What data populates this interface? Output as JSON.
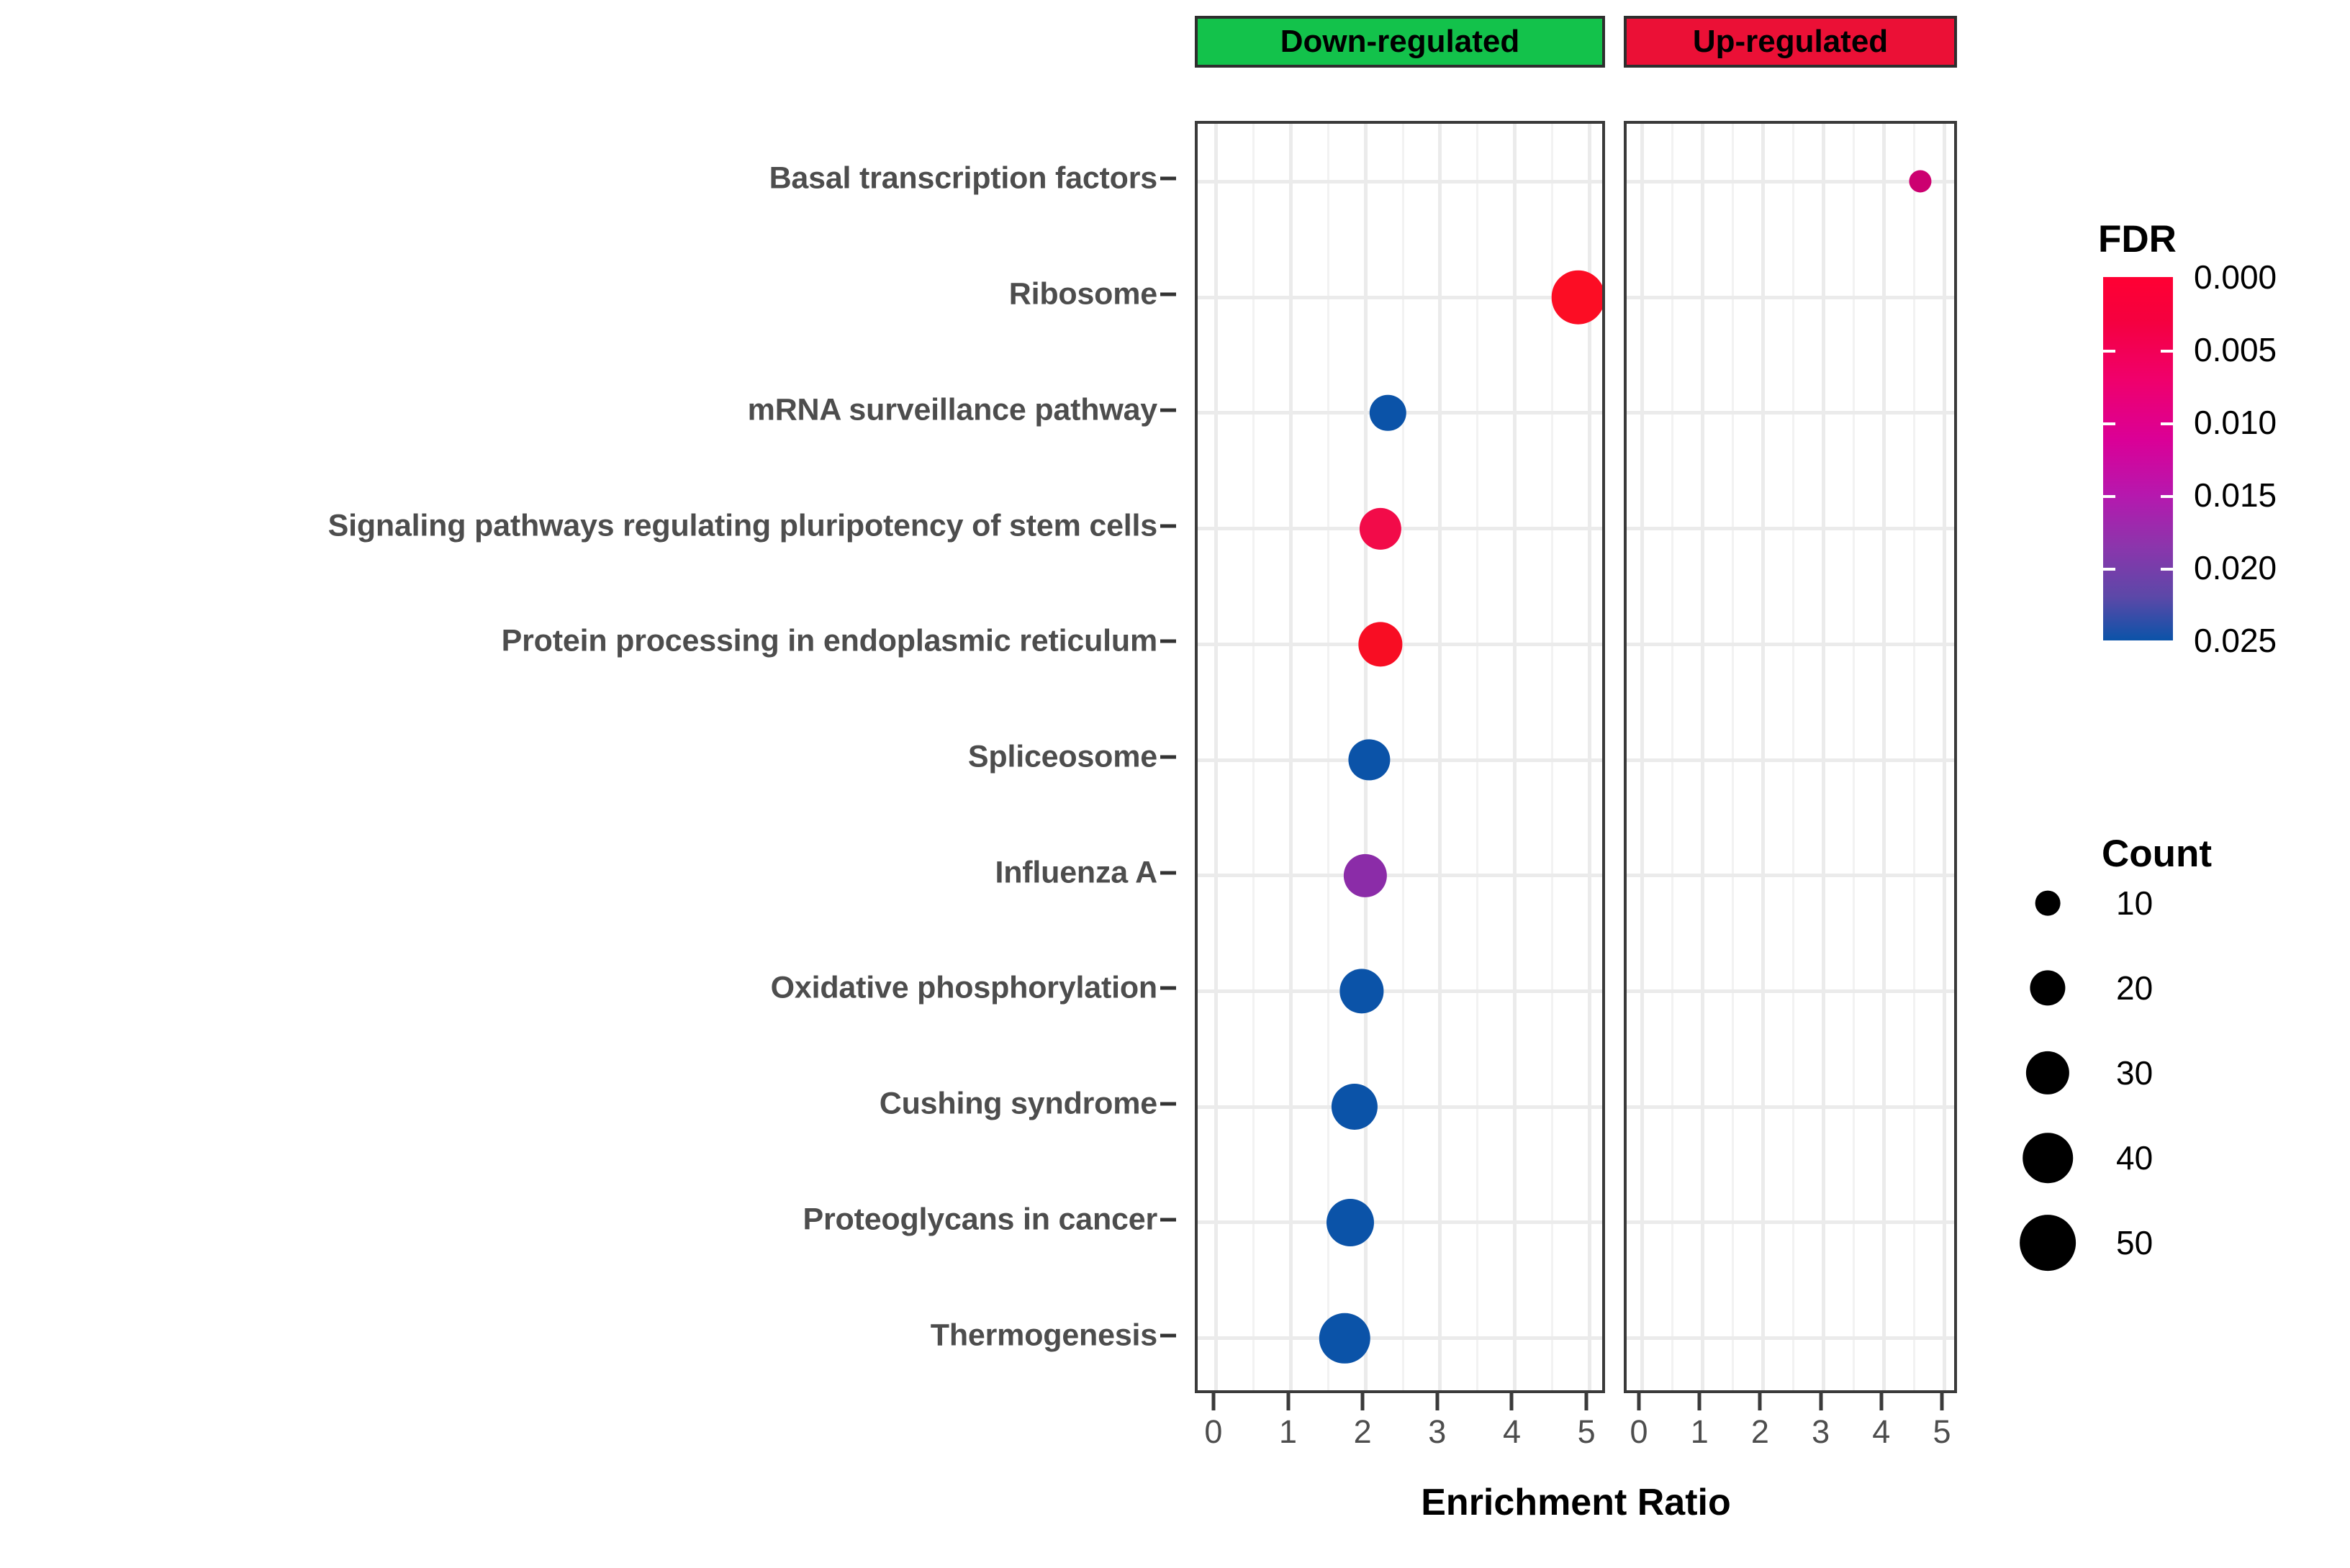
{
  "chart_data": {
    "type": "scatter",
    "title": "",
    "xlabel": "Enrichment Ratio",
    "ylabel": "",
    "xlim": [
      0,
      5
    ],
    "xticks": [
      0,
      1,
      2,
      3,
      4,
      5
    ],
    "xticklabels": [
      "0",
      "1",
      "2",
      "3",
      "4",
      "5"
    ],
    "grid": true,
    "legend_position": "right",
    "facets": [
      {
        "key": "down",
        "label": "Down-regulated",
        "color": "#13C24B"
      },
      {
        "key": "up",
        "label": "Up-regulated",
        "color": "#EB1036"
      }
    ],
    "categories": [
      "Basal transcription factors",
      "Ribosome",
      "mRNA surveillance pathway",
      "Signaling pathways regulating pluripotency of stem cells",
      "Protein processing in endoplasmic reticulum",
      "Spliceosome",
      "Influenza A",
      "Oxidative phosphorylation",
      "Cushing syndrome",
      "Proteoglycans in cancer",
      "Thermogenesis"
    ],
    "points": [
      {
        "category": "Basal transcription factors",
        "facet": "up",
        "enrichment_ratio": 4.6,
        "fdr": 0.013,
        "count": 8,
        "color": "#CC0070"
      },
      {
        "category": "Ribosome",
        "facet": "down",
        "enrichment_ratio": 4.85,
        "fdr": 0.0,
        "count": 46,
        "color": "#FC0D24"
      },
      {
        "category": "mRNA surveillance pathway",
        "facet": "down",
        "enrichment_ratio": 2.3,
        "fdr": 0.025,
        "count": 21,
        "color": "#0B53A8"
      },
      {
        "category": "Signaling pathways regulating pluripotency of stem cells",
        "facet": "down",
        "enrichment_ratio": 2.2,
        "fdr": 0.004,
        "count": 28,
        "color": "#F20B49"
      },
      {
        "category": "Protein processing in endoplasmic reticulum",
        "facet": "down",
        "enrichment_ratio": 2.2,
        "fdr": 0.001,
        "count": 31,
        "color": "#F80D23"
      },
      {
        "category": "Spliceosome",
        "facet": "down",
        "enrichment_ratio": 2.05,
        "fdr": 0.025,
        "count": 27,
        "color": "#0B53A8"
      },
      {
        "category": "Influenza A",
        "facet": "down",
        "enrichment_ratio": 2.0,
        "fdr": 0.019,
        "count": 30,
        "color": "#8B2CA8"
      },
      {
        "category": "Oxidative phosphorylation",
        "facet": "down",
        "enrichment_ratio": 1.95,
        "fdr": 0.025,
        "count": 31,
        "color": "#0B53A8"
      },
      {
        "category": "Cushing syndrome",
        "facet": "down",
        "enrichment_ratio": 1.85,
        "fdr": 0.025,
        "count": 34,
        "color": "#0B53A8"
      },
      {
        "category": "Proteoglycans in cancer",
        "facet": "down",
        "enrichment_ratio": 1.8,
        "fdr": 0.025,
        "count": 36,
        "color": "#0B53A8"
      },
      {
        "category": "Thermogenesis",
        "facet": "down",
        "enrichment_ratio": 1.72,
        "fdr": 0.025,
        "count": 41,
        "color": "#0B53A8"
      }
    ],
    "color_legend": {
      "title": "FDR",
      "ticks": [
        0.0,
        0.005,
        0.01,
        0.015,
        0.02,
        0.025
      ],
      "ticklabels": [
        "0.000",
        "0.005",
        "0.010",
        "0.015",
        "0.020",
        "0.025"
      ],
      "low_color": "#FF0033",
      "high_color": "#0B53A8"
    },
    "size_legend": {
      "title": "Count",
      "ticks": [
        10,
        20,
        30,
        40,
        50
      ],
      "ticklabels": [
        "10",
        "20",
        "30",
        "40",
        "50"
      ]
    }
  }
}
